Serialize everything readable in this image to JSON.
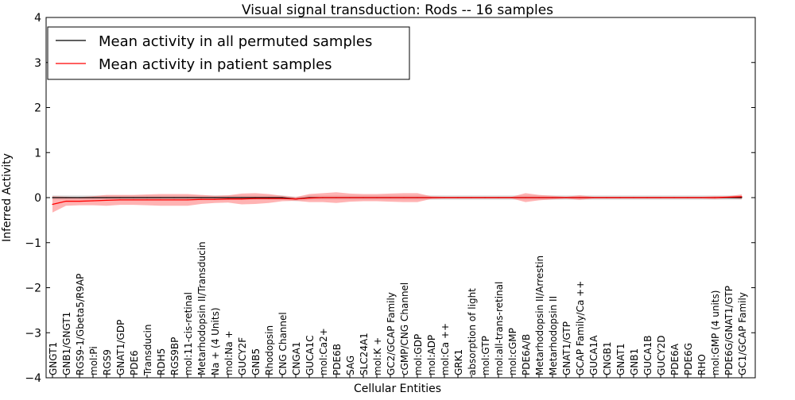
{
  "chart_data": {
    "type": "line",
    "title": "Visual signal transduction: Rods -- 16 samples",
    "xlabel": "Cellular Entities",
    "ylabel": "Inferred Activity",
    "ylim": [
      -4,
      4
    ],
    "yticks": [
      "−4",
      "−3",
      "−2",
      "−1",
      "0",
      "1",
      "2",
      "3",
      "4"
    ],
    "legend_placement": "top-left",
    "grid": false,
    "categories": [
      "GNGT1",
      "GNB1/GNGT1",
      "RGS9-1/Gbeta5/R9AP",
      "mol:Pi",
      "RGS9",
      "GNAT1/GDP",
      "PDE6",
      "Transducin",
      "RDH5",
      "RGS9BP",
      "mol:11-cis-retinal",
      "Metarhodopsin II/Transducin",
      "Na + (4 Units)",
      "mol:Na +",
      "GUCY2F",
      "GNB5",
      "Rhodopsin",
      "CNG Channel",
      "CNGA1",
      "GUCA1C",
      "mol:Ca2+",
      "PDE6B",
      "SAG",
      "SLC24A1",
      "mol:K +",
      "GC2/GCAP Family",
      "cGMP/CNG Channel",
      "mol:GDP",
      "mol:ADP",
      "mol:Ca ++",
      "GRK1",
      "absorption of light",
      "mol:GTP",
      "mol:all-trans-retinal",
      "mol:cGMP",
      "PDE6A/B",
      "Metarhodopsin II/Arrestin",
      "Metarhodopsin II",
      "GNAT1/GTP",
      "GCAP Family/Ca ++",
      "GUCA1A",
      "CNGB1",
      "GNAT1",
      "GNB1",
      "GUCA1B",
      "GUCY2D",
      "PDE6A",
      "PDE6G",
      "RHO",
      "mol:GMP (4 units)",
      "PDE6G/GNAT1/GTP",
      "GC1/GCAP Family"
    ],
    "series": [
      {
        "name": "Mean activity in all permuted samples",
        "color": "#000000",
        "band_color": "#cccccc",
        "values": [
          0,
          0,
          0,
          0,
          0,
          0,
          0,
          0,
          0,
          0,
          0,
          0,
          0,
          0,
          0,
          0,
          0,
          0,
          -0.03,
          0,
          0,
          0,
          0,
          0,
          0,
          0,
          0,
          0,
          0,
          0,
          0,
          0,
          0,
          0,
          0,
          0,
          0,
          0,
          0,
          0,
          0,
          0,
          0,
          0,
          0,
          0,
          0,
          0,
          0,
          0,
          0,
          0
        ],
        "band": [
          0.05,
          0.05,
          0.05,
          0.05,
          0.05,
          0.05,
          0.05,
          0.05,
          0.05,
          0.05,
          0.05,
          0.05,
          0.05,
          0.05,
          0.05,
          0.05,
          0.05,
          0.05,
          0.05,
          0.05,
          0.05,
          0.05,
          0.05,
          0.05,
          0.05,
          0.05,
          0.05,
          0.05,
          0.05,
          0.05,
          0.05,
          0.05,
          0.05,
          0.05,
          0.05,
          0.05,
          0.05,
          0.05,
          0.05,
          0.05,
          0.05,
          0.05,
          0.05,
          0.05,
          0.05,
          0.05,
          0.05,
          0.05,
          0.05,
          0.05,
          0.05,
          0.05
        ]
      },
      {
        "name": "Mean activity in patient samples",
        "color": "#ff0000",
        "band_color": "#ff8080",
        "values": [
          -0.15,
          -0.08,
          -0.08,
          -0.07,
          -0.06,
          -0.05,
          -0.05,
          -0.05,
          -0.05,
          -0.05,
          -0.05,
          -0.04,
          -0.04,
          -0.03,
          -0.03,
          -0.02,
          -0.02,
          -0.02,
          -0.03,
          -0.01,
          0,
          0,
          0,
          0,
          0,
          0,
          0,
          0,
          0,
          0,
          0,
          0,
          0,
          0,
          0,
          0,
          0,
          0,
          0,
          0,
          0,
          0,
          0,
          0,
          0,
          0,
          0,
          0,
          0,
          0,
          0.01,
          0.02
        ],
        "band": [
          0.18,
          0.1,
          0.09,
          0.1,
          0.12,
          0.11,
          0.11,
          0.12,
          0.13,
          0.13,
          0.13,
          0.1,
          0.08,
          0.08,
          0.12,
          0.12,
          0.1,
          0.06,
          0.04,
          0.09,
          0.1,
          0.12,
          0.09,
          0.08,
          0.08,
          0.09,
          0.1,
          0.1,
          0.03,
          0.02,
          0.02,
          0.02,
          0.02,
          0.02,
          0.02,
          0.1,
          0.06,
          0.04,
          0.02,
          0.05,
          0.02,
          0.02,
          0.02,
          0.02,
          0.02,
          0.02,
          0.02,
          0.02,
          0.02,
          0.03,
          0.02,
          0.05
        ]
      }
    ]
  }
}
